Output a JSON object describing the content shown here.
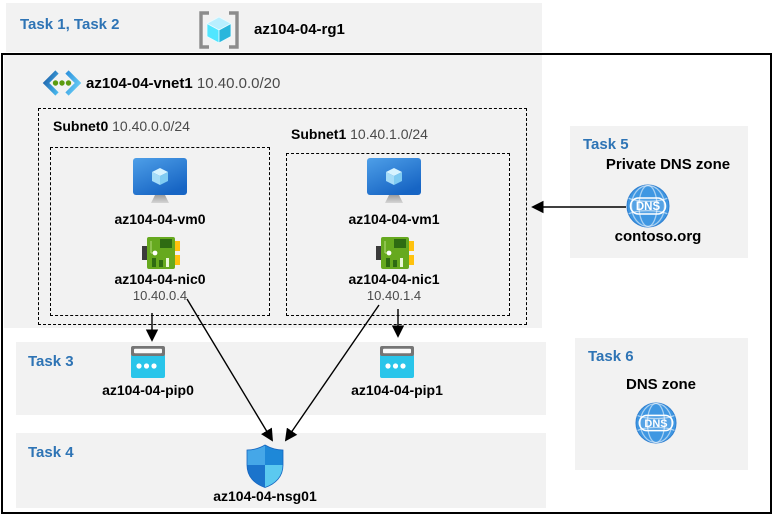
{
  "colors": {
    "accent_blue": "#2E74B5",
    "band_gray": "#F2F2F2",
    "arrow_black": "#000000",
    "dns_blue": "#3F97E2",
    "pip_cyan": "#29C5EA",
    "nic_green": "#66A91F"
  },
  "header": {
    "tasks_label": "Task 1, Task 2",
    "resource_group": "az104-04-rg1"
  },
  "vnet": {
    "name": "az104-04-vnet1",
    "cidr": "10.40.0.0/20"
  },
  "subnet0": {
    "name": "Subnet0",
    "cidr": "10.40.0.0/24",
    "vm": "az104-04-vm0",
    "nic": "az104-04-nic0",
    "ip": "10.40.0.4"
  },
  "subnet1": {
    "name": "Subnet1",
    "cidr": "10.40.1.0/24",
    "vm": "az104-04-vm1",
    "nic": "az104-04-nic1",
    "ip": "10.40.1.4"
  },
  "task3": {
    "label": "Task 3",
    "pip0": "az104-04-pip0",
    "pip1": "az104-04-pip1"
  },
  "task4": {
    "label": "Task 4",
    "nsg": "az104-04-nsg01"
  },
  "task5": {
    "label": "Task 5",
    "title": "Private DNS zone",
    "zone_name": "contoso.org",
    "dns_icon_text": "DNS"
  },
  "task6": {
    "label": "Task 6",
    "title": "DNS zone",
    "dns_icon_text": "DNS"
  }
}
